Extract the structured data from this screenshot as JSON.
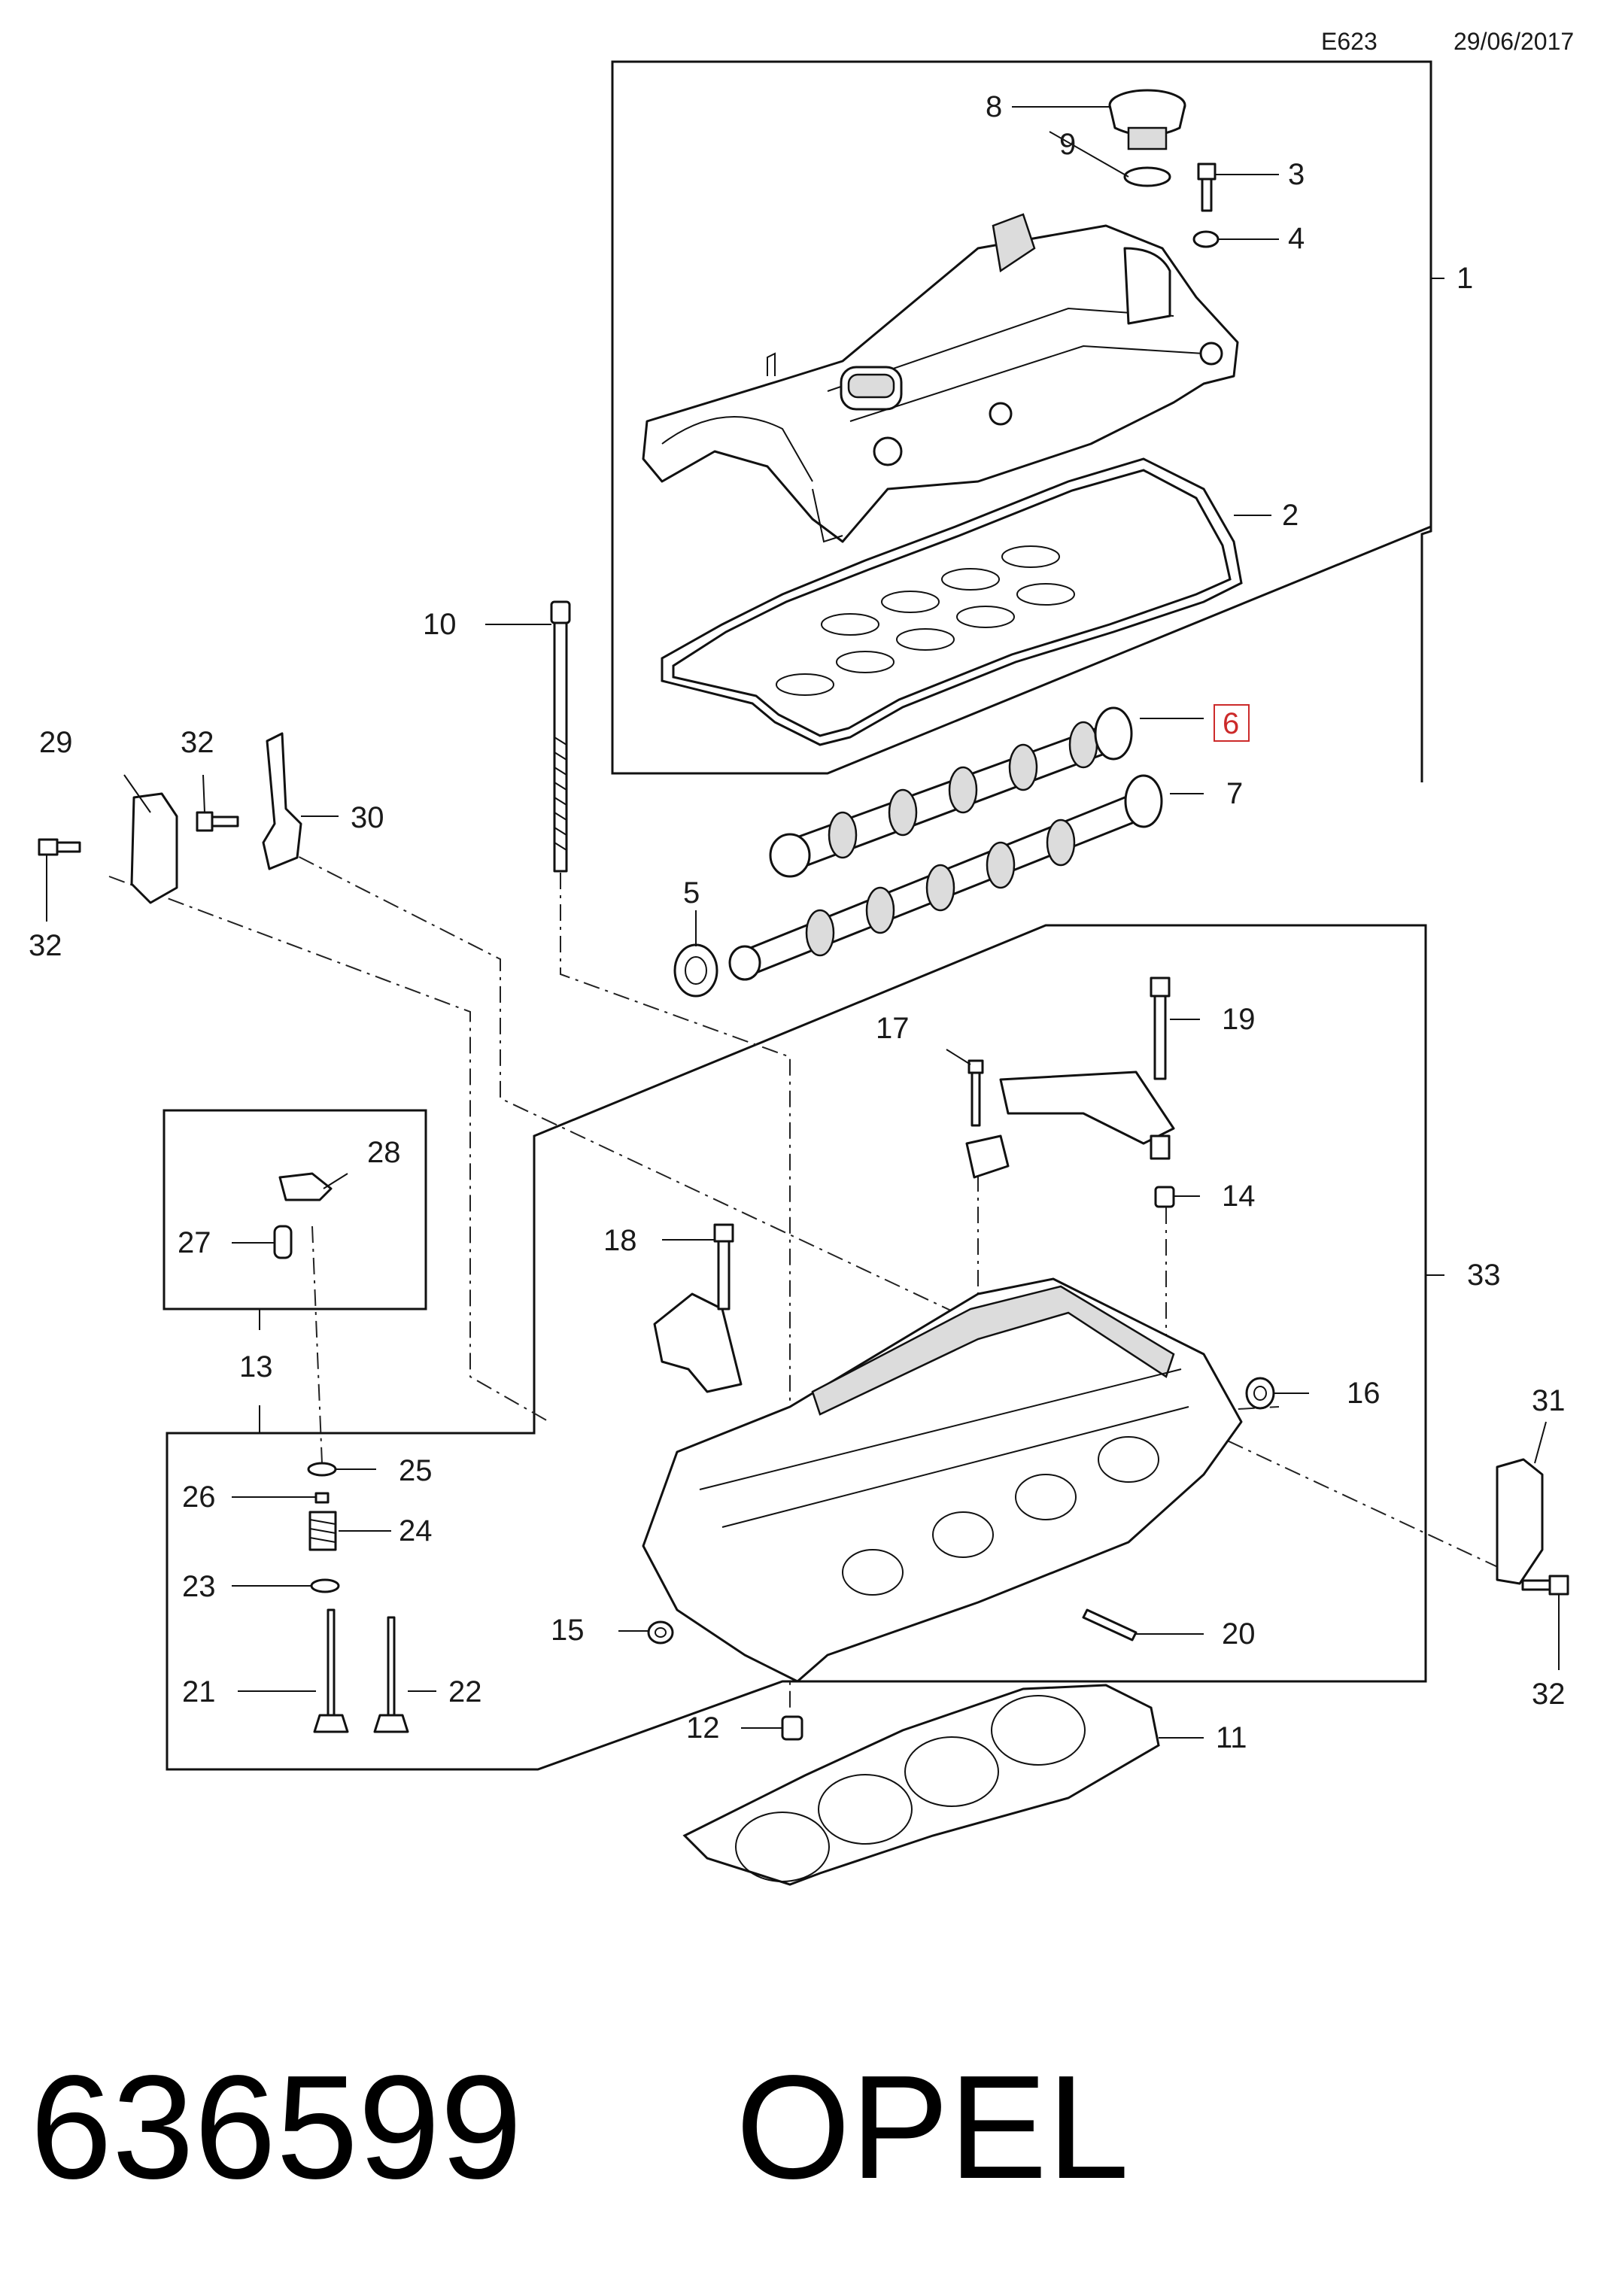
{
  "header": {
    "code": "E623",
    "date": "29/06/2017"
  },
  "footer": {
    "part_number": "636599",
    "brand": "OPEL"
  },
  "callouts": {
    "c1": "1",
    "c2": "2",
    "c3": "3",
    "c4": "4",
    "c5": "5",
    "c6": "6",
    "c7": "7",
    "c8": "8",
    "c9": "9",
    "c10": "10",
    "c11": "11",
    "c12": "12",
    "c13": "13",
    "c14": "14",
    "c15": "15",
    "c16": "16",
    "c17": "17",
    "c18": "18",
    "c19": "19",
    "c20": "20",
    "c21": "21",
    "c22": "22",
    "c23": "23",
    "c24": "24",
    "c25": "25",
    "c26": "26",
    "c27": "27",
    "c28": "28",
    "c29": "29",
    "c30": "30",
    "c31": "31",
    "c32a": "32",
    "c32b": "32",
    "c32c": "32",
    "c33": "33"
  },
  "highlighted_callout": "6",
  "highlight_color": "#cc2a2a"
}
